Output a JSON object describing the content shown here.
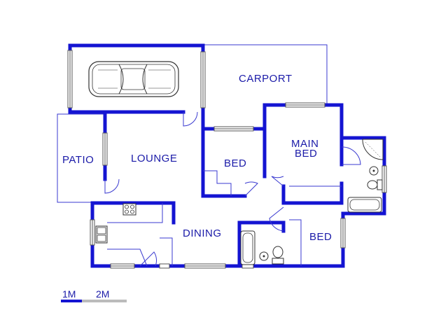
{
  "rooms": {
    "carport": "CARPORT",
    "patio": "PATIO",
    "lounge": "LOUNGE",
    "bed_left": "BED",
    "main_bed_line1": "MAIN",
    "main_bed_line2": "BED",
    "dining": "DINING",
    "bed_right": "BED"
  },
  "scale": {
    "label_1m": "1M",
    "label_2m": "2M"
  },
  "colors": {
    "wall": "#1414d2",
    "label": "#1a1aa8"
  }
}
